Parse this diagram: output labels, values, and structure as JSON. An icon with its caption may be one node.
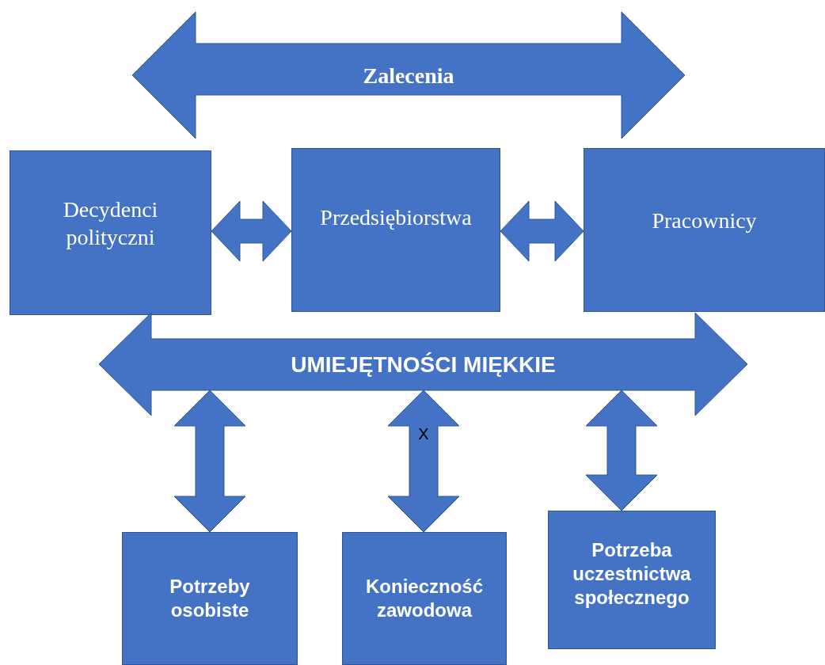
{
  "diagram": {
    "nodes": [
      {
        "text": [
          "Zalecenia"
        ]
      },
      {
        "text": [
          "Decydenci polityczni"
        ]
      },
      {
        "text": [
          "Przedsiębiorstwa"
        ]
      },
      {
        "text": [
          "Pracownicy"
        ]
      },
      {
        "text": [
          "UMIEJĘTNOŚCI MIĘKKIE"
        ]
      },
      {
        "text": [
          "Potrzeby osobiste"
        ]
      },
      {
        "text": [
          "Konieczność zawodowa"
        ]
      },
      {
        "text": [
          "Potrzeba uczestnictwa społecznego"
        ]
      }
    ],
    "edges": [
      {
        "from": 1,
        "to": 2,
        "arrow": "both"
      },
      {
        "from": 2,
        "to": 3,
        "arrow": "both"
      },
      {
        "from": 4,
        "to": 5,
        "arrow": "both"
      },
      {
        "from": 4,
        "to": 6,
        "arrow": "both",
        "label": "X"
      },
      {
        "from": 4,
        "to": 7,
        "arrow": "both"
      }
    ]
  }
}
